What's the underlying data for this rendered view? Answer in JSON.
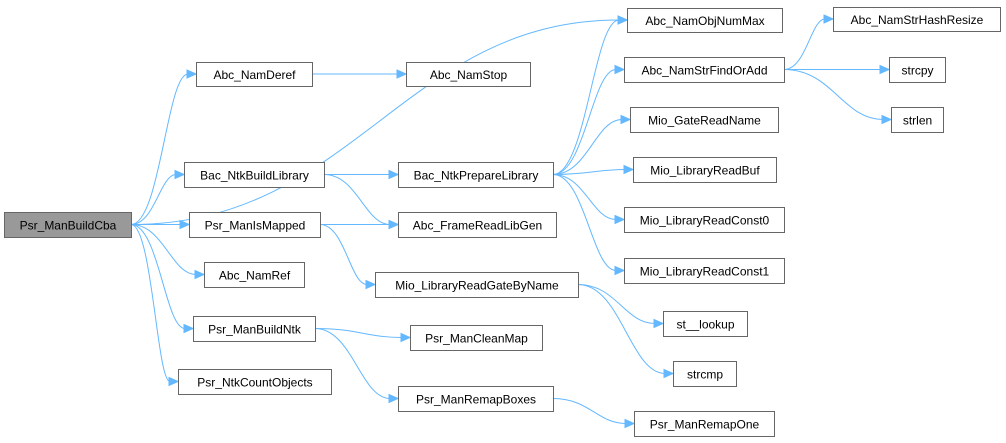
{
  "graph": {
    "root": "Psr_ManBuildCba",
    "edge_color": "#63b8ff",
    "root_fill": "#999999",
    "node_fill": "#ffffff",
    "node_border": "#666666",
    "nodes": [
      {
        "id": "root",
        "label": "Psr_ManBuildCba"
      },
      {
        "id": "namderef",
        "label": "Abc_NamDeref"
      },
      {
        "id": "bacbuild",
        "label": "Bac_NtkBuildLibrary"
      },
      {
        "id": "ismapped",
        "label": "Psr_ManIsMapped"
      },
      {
        "id": "namref",
        "label": "Abc_NamRef"
      },
      {
        "id": "buildntk",
        "label": "Psr_ManBuildNtk"
      },
      {
        "id": "countobj",
        "label": "Psr_NtkCountObjects"
      },
      {
        "id": "namstop",
        "label": "Abc_NamStop"
      },
      {
        "id": "bacprep",
        "label": "Bac_NtkPrepareLibrary"
      },
      {
        "id": "framegen",
        "label": "Abc_FrameReadLibGen"
      },
      {
        "id": "gatebyname",
        "label": "Mio_LibraryReadGateByName"
      },
      {
        "id": "cleanmap",
        "label": "Psr_ManCleanMap"
      },
      {
        "id": "remapboxes",
        "label": "Psr_ManRemapBoxes"
      },
      {
        "id": "numax",
        "label": "Abc_NamObjNumMax"
      },
      {
        "id": "strfind",
        "label": "Abc_NamStrFindOrAdd"
      },
      {
        "id": "gatename",
        "label": "Mio_GateReadName"
      },
      {
        "id": "readbuf",
        "label": "Mio_LibraryReadBuf"
      },
      {
        "id": "const0",
        "label": "Mio_LibraryReadConst0"
      },
      {
        "id": "const1",
        "label": "Mio_LibraryReadConst1"
      },
      {
        "id": "stlookup",
        "label": "st__lookup"
      },
      {
        "id": "strcmp",
        "label": "strcmp"
      },
      {
        "id": "remapone",
        "label": "Psr_ManRemapOne"
      },
      {
        "id": "hashresize",
        "label": "Abc_NamStrHashResize"
      },
      {
        "id": "strcpy",
        "label": "strcpy"
      },
      {
        "id": "strlen",
        "label": "strlen"
      }
    ],
    "edges": [
      [
        "root",
        "namderef"
      ],
      [
        "root",
        "numax"
      ],
      [
        "root",
        "bacbuild"
      ],
      [
        "root",
        "ismapped"
      ],
      [
        "root",
        "namref"
      ],
      [
        "root",
        "buildntk"
      ],
      [
        "root",
        "countobj"
      ],
      [
        "namderef",
        "namstop"
      ],
      [
        "bacbuild",
        "bacprep"
      ],
      [
        "bacbuild",
        "framegen"
      ],
      [
        "ismapped",
        "framegen"
      ],
      [
        "ismapped",
        "gatebyname"
      ],
      [
        "buildntk",
        "cleanmap"
      ],
      [
        "buildntk",
        "remapboxes"
      ],
      [
        "bacprep",
        "numax"
      ],
      [
        "bacprep",
        "strfind"
      ],
      [
        "bacprep",
        "gatename"
      ],
      [
        "bacprep",
        "readbuf"
      ],
      [
        "bacprep",
        "const0"
      ],
      [
        "bacprep",
        "const1"
      ],
      [
        "gatebyname",
        "stlookup"
      ],
      [
        "gatebyname",
        "strcmp"
      ],
      [
        "remapboxes",
        "remapone"
      ],
      [
        "strfind",
        "hashresize"
      ],
      [
        "strfind",
        "strcpy"
      ],
      [
        "strfind",
        "strlen"
      ]
    ]
  }
}
